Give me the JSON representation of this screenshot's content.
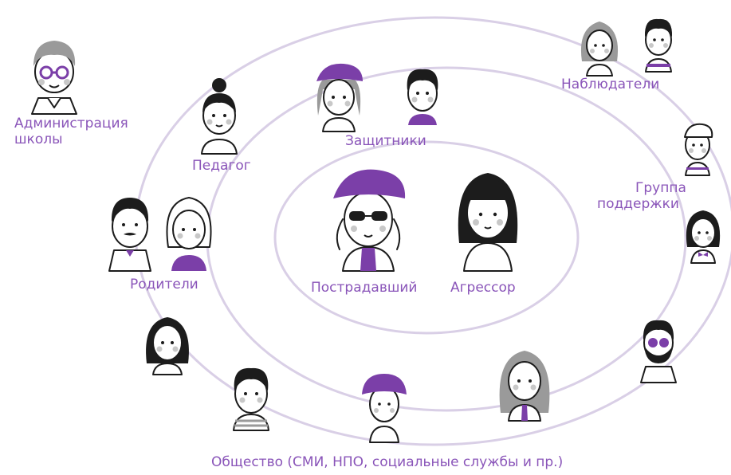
{
  "labels": {
    "admin": [
      "Администрация",
      "школы"
    ],
    "pedagog": "Педагог",
    "defenders": "Защитники",
    "observers": "Наблюдатели",
    "support": [
      "Группа",
      "поддержки"
    ],
    "parents": "Родители",
    "victim": "Пострадавший",
    "aggressor": "Агрессор",
    "society": "Общество (СМИ, НПО, социальные службы и пр.)"
  },
  "colors": {
    "accent": "#8a55b9",
    "ring": "#d9cfe6",
    "purple_fill": "#7b3fa8",
    "ink": "#1c1c1c"
  }
}
